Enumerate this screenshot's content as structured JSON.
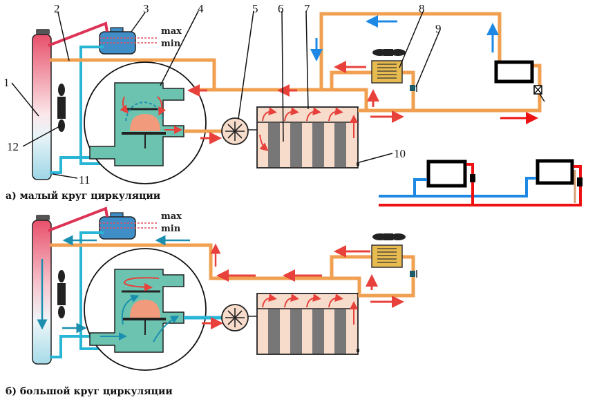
{
  "title": "Engine liquid cooling system: small and large circulation circuits",
  "colors": {
    "hot_pipe": "#f0a050",
    "cold_pipe": "#29b6d6",
    "hot_arrow": "#e8403a",
    "cold_arrow": "#1a8fb0",
    "thermostat_body": "#6cc4b0",
    "engine_block": "#f8dccb",
    "reservoir": "#3f8ec8",
    "radiator_top": "#e8506a",
    "radiator_bottom": "#a6dbe8",
    "heater_core": "#e8bb50",
    "sketch_red": "#ee1111",
    "sketch_blue": "#1e88e5"
  },
  "callouts": {
    "n1": "1",
    "n2": "2",
    "n3": "3",
    "n4": "4",
    "n5": "5",
    "n6": "6",
    "n7": "7",
    "n8": "8",
    "n9": "9",
    "n10": "10",
    "n11": "11",
    "n12": "12"
  },
  "reservoir_levels": {
    "max": "max",
    "min": "min"
  },
  "captions": {
    "a": "а)  малый  круг  циркуляции",
    "b": "б)  большой  круг  циркуляции"
  }
}
